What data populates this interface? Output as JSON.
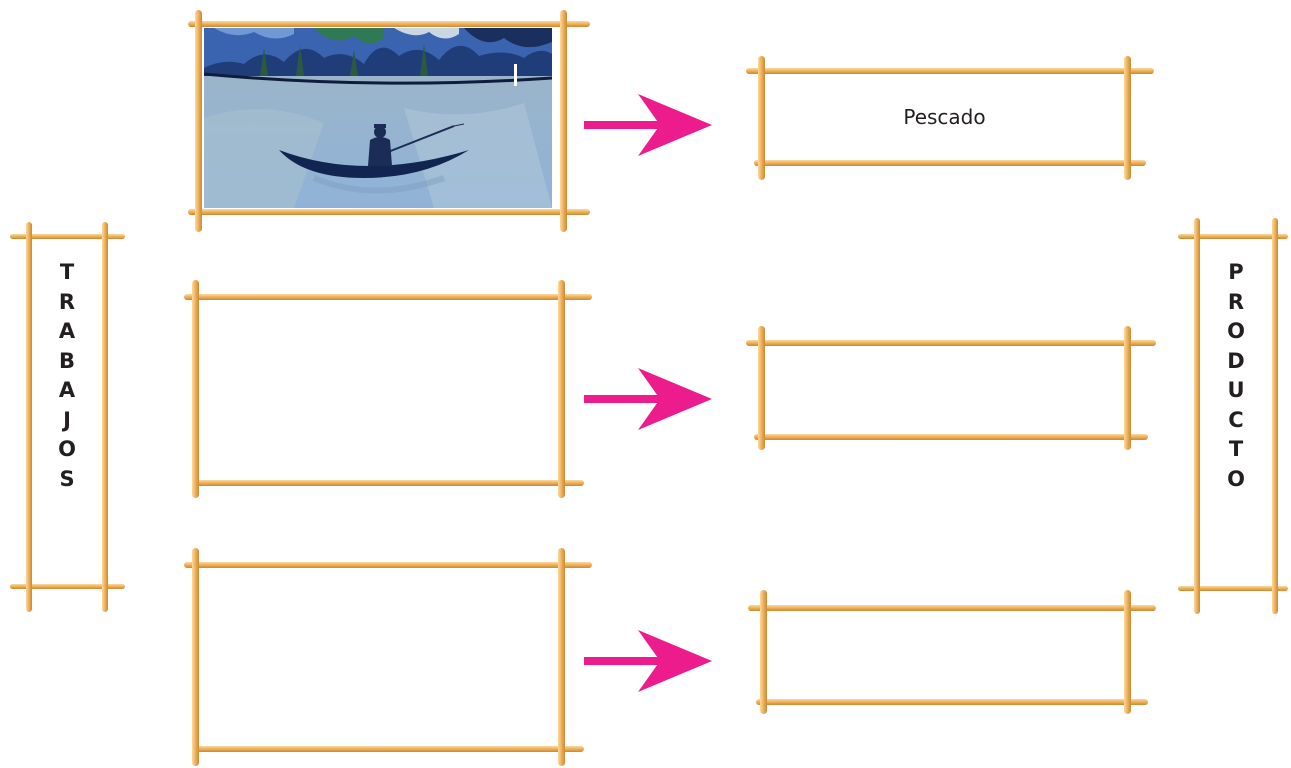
{
  "left_title": "TRABAJOS",
  "right_title": "PRODUCTO",
  "rows": [
    {
      "product": "Pescado",
      "illustration": "fisherman-canoe"
    },
    {
      "product": "",
      "illustration": ""
    },
    {
      "product": "",
      "illustration": ""
    }
  ],
  "colors": {
    "bamboo": "#f2b35c",
    "bamboo_dark": "#d8913a",
    "arrow": "#ec1c8c"
  }
}
